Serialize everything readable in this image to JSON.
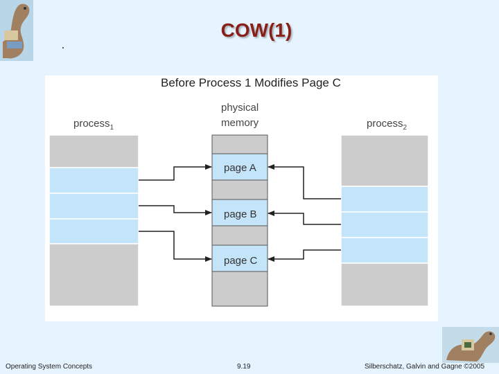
{
  "slide": {
    "title": "COW(1)"
  },
  "figure": {
    "title": "Before Process 1 Modifies Page C",
    "physical_label_line1": "physical",
    "physical_label_line2": "memory",
    "process1": {
      "name": "process",
      "sub": "1"
    },
    "process2": {
      "name": "process",
      "sub": "2"
    },
    "pages": [
      "page A",
      "page B",
      "page C"
    ]
  },
  "colors": {
    "title": "#8a1f1a",
    "background": "#e6f4ff",
    "gray_block": "#cccccc",
    "blue_block": "#c3e4f9",
    "arrow": "#222222"
  },
  "footer": {
    "left": "Operating System Concepts",
    "center": "9.19",
    "right": "Silberschatz, Galvin and Gagne ©2005"
  }
}
